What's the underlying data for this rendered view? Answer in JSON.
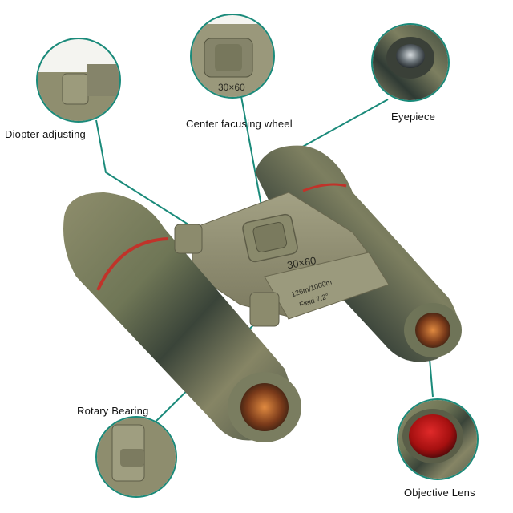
{
  "labels": {
    "diopter": "Diopter adjusting",
    "center_wheel": "Center facusing wheel",
    "eyepiece": "Eyepiece",
    "rotary": "Rotary Bearing",
    "objective": "Objective Lens"
  },
  "product": {
    "model": "30×60",
    "wheel_marking": "30×60",
    "field_line1": "126m/1000m",
    "field_line2": "Field 7.2°"
  },
  "colors": {
    "leader": "#1a8a7a",
    "camo_base": "#8a8a6a",
    "camo_dark": "#2f3a34",
    "camo_green": "#5e6b4a",
    "accent_ring": "#c0332a",
    "lens_red": "#b01515"
  }
}
